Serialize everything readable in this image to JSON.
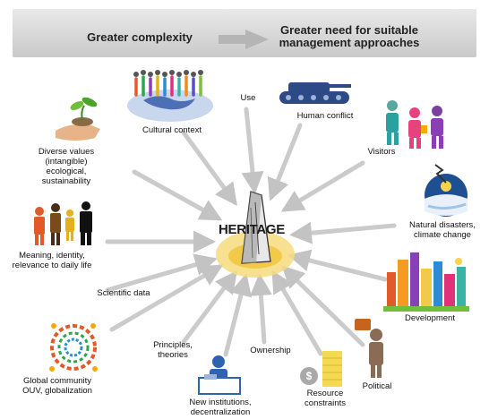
{
  "banner": {
    "left_text": "Greater complexity",
    "right_text_line1": "Greater need for suitable",
    "right_text_line2": "management approaches"
  },
  "center": {
    "label": "HERITAGE"
  },
  "factors": {
    "use": "Use",
    "human_conflict": "Human conflict",
    "visitors": "Visitors",
    "natural_disasters_1": "Natural disasters,",
    "natural_disasters_2": "climate change",
    "development": "Development",
    "political": "Political",
    "resource_1": "Resource",
    "resource_2": "constraints",
    "ownership": "Ownership",
    "institutions_1": "New institutions,",
    "institutions_2": "decentralization",
    "principles_1": "Principles,",
    "principles_2": "theories",
    "global_1": "Global community",
    "global_2": "OUV, globalization",
    "scientific": "Scientific data",
    "meaning_1": "Meaning, identity,",
    "meaning_2": "relevance to daily life",
    "values_1": "Diverse values",
    "values_2": "(intangible)",
    "values_3": "ecological,",
    "values_4": "sustainability",
    "cultural": "Cultural context"
  },
  "colors": {
    "banner_bg": "#d3d3d3",
    "arrow_fill": "#b5b5b5",
    "ray_color": "#c8c8c8",
    "monument_gold": "#f3cf5a",
    "human_conflict_navy": "#2d4a86",
    "institutions_blue": "#2f63b0"
  },
  "icons": {
    "use": "none",
    "human_conflict": "tank-icon",
    "visitors": "tourists-icon",
    "natural_disasters": "storm-landscape-icon",
    "development": "city-skyline-icon",
    "political": "speaking-man-icon",
    "resource": "dollar-coins-icon",
    "institutions": "desk-worker-icon",
    "global": "people-circle-icon",
    "meaning": "family-silhouettes-icon",
    "values": "hand-sprout-icon",
    "cultural": "globe-people-icon",
    "center": "monument-icon"
  }
}
